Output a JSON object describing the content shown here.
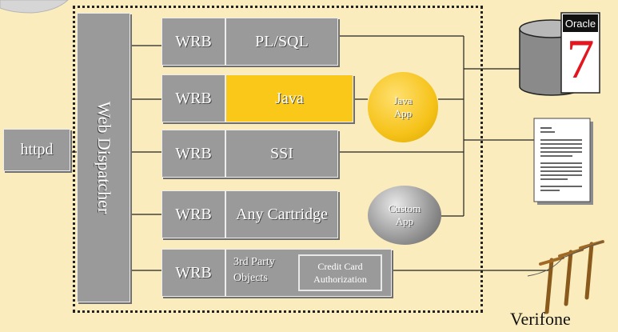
{
  "diagram": {
    "httpd": "httpd",
    "dispatcher": "Web Dispatcher",
    "rows": [
      {
        "wrb": "WRB",
        "cartridge": "PL/SQL"
      },
      {
        "wrb": "WRB",
        "cartridge": "Java"
      },
      {
        "wrb": "WRB",
        "cartridge": "SSI"
      },
      {
        "wrb": "WRB",
        "cartridge": "Any Cartridge"
      },
      {
        "wrb": "WRB",
        "third_party_1": "3rd Party",
        "third_party_2": "Objects",
        "credit_1": "Credit Card",
        "credit_2": "Authorization"
      }
    ],
    "java_app": {
      "line1": "Java",
      "line2": "App"
    },
    "custom_app": {
      "line1": "Custom",
      "line2": "App"
    },
    "oracle": {
      "label": "Oracle",
      "version": "7"
    },
    "verifone": "Verifone",
    "colors": {
      "background": "#fbecbd",
      "box": "#9a9a9a",
      "java": "#f9c818",
      "oracle7": "#e4151f"
    },
    "icons": [
      "database-cylinder-icon",
      "document-icon",
      "telephone-poles-icon",
      "corner-swoosh-icon"
    ]
  }
}
